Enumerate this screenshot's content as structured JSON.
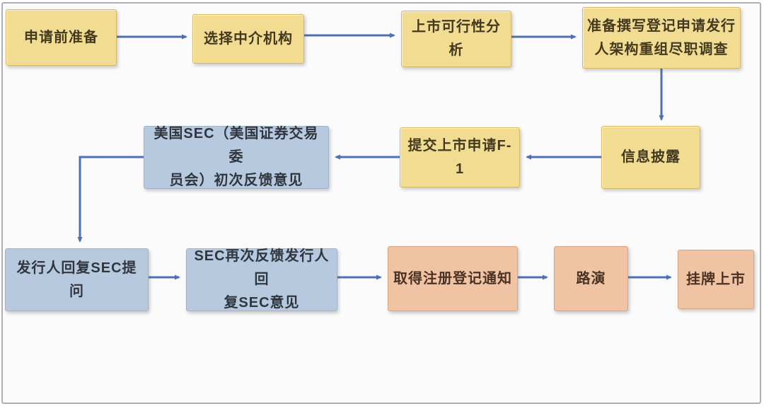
{
  "flowchart": {
    "description": "IPO listing process flowchart",
    "colors": {
      "stage_early": "#f2dc92",
      "stage_review": "#b7c9de",
      "stage_final": "#f0c3a3",
      "connector": "#4d70b4",
      "panel_border": "#aeaeb4",
      "panel_background": "#fbfbfc"
    },
    "nodes": [
      {
        "id": "pre-application",
        "label": "申请前准备",
        "color": "yellow"
      },
      {
        "id": "select-intermediary",
        "label": "选择中介机构",
        "color": "yellow"
      },
      {
        "id": "feasibility-analysis",
        "label": "上市可行性分析",
        "color": "yellow"
      },
      {
        "id": "drafting-restructuring-dd",
        "label": "准备撰写登记申请发行\n人架构重组尽职调查",
        "color": "yellow"
      },
      {
        "id": "information-disclosure",
        "label": "信息披露",
        "color": "yellow"
      },
      {
        "id": "submit-f1",
        "label": "提交上市申请F-1",
        "color": "yellow"
      },
      {
        "id": "sec-first-feedback",
        "label": "美国SEC（美国证券交易委\n员会）初次反馈意见",
        "color": "blue"
      },
      {
        "id": "issuer-reply-sec",
        "label": "发行人回复SEC提问",
        "color": "blue"
      },
      {
        "id": "sec-second-feedback",
        "label": "SEC再次反馈发行人回\n复SEC意见",
        "color": "blue"
      },
      {
        "id": "registration-notice",
        "label": "取得注册登记通知",
        "color": "orange"
      },
      {
        "id": "roadshow",
        "label": "路演",
        "color": "orange"
      },
      {
        "id": "listing",
        "label": "挂牌上市",
        "color": "orange"
      }
    ]
  }
}
